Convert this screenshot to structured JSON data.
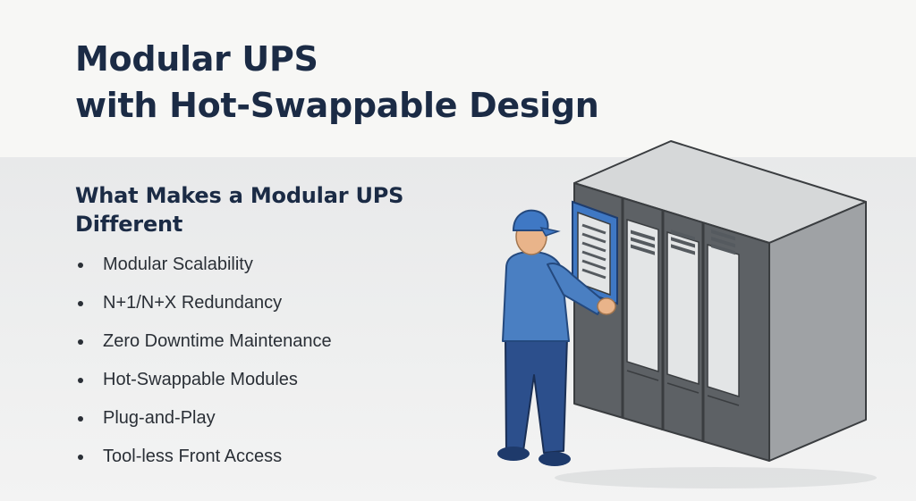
{
  "header": {
    "title_line1": "Modular UPS",
    "title_line2": "with Hot-Swappable Design"
  },
  "section": {
    "heading": "What Makes a Modular UPS Different",
    "features": [
      "Modular Scalability",
      "N+1/N+X Redundancy",
      "Zero Downtime Maintenance",
      "Hot-Swappable Modules",
      "Plug-and-Play",
      "Tool-less Front Access"
    ]
  },
  "illustration": {
    "icons": [
      "ups-cabinet-icon",
      "technician-icon",
      "power-module-icon"
    ],
    "colors": {
      "cabinet_top": "#d6d8d9",
      "cabinet_front": "#5d6165",
      "cabinet_side": "#9fa2a5",
      "module_panel": "#e3e5e6",
      "module_highlight": "#3f78c4",
      "shirt": "#4a7fc2",
      "pants": "#2c4f8c",
      "title_text": "#1b2b45"
    }
  }
}
